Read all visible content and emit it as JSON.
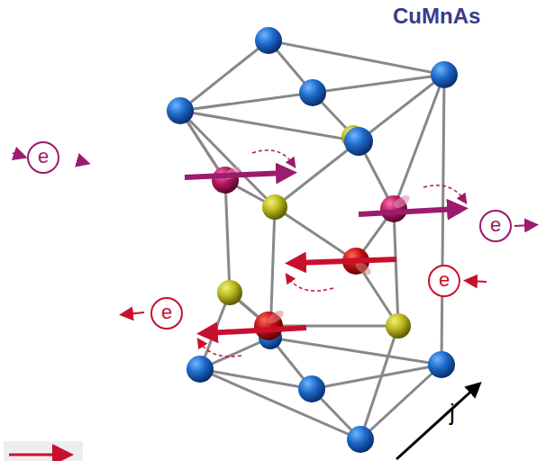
{
  "diagram": {
    "title": "CuMnAs",
    "nodes": [
      {
        "text": [
          "e"
        ]
      },
      {
        "text": [
          "e"
        ]
      },
      {
        "text": [
          "e"
        ]
      },
      {
        "text": [
          "e"
        ]
      }
    ],
    "labels": [
      "j"
    ]
  }
}
